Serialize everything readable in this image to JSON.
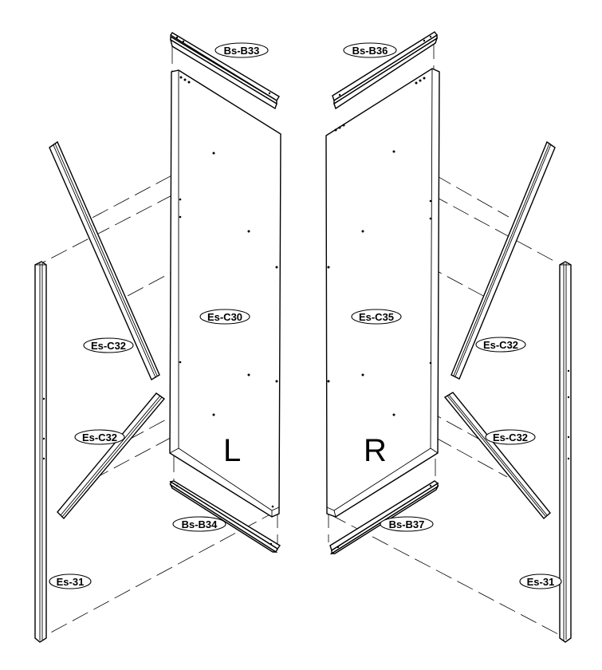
{
  "labels": {
    "bs_b33": "Bs-B33",
    "bs_b36": "Bs-B36",
    "es_c30": "Es-C30",
    "es_c35": "Es-C35",
    "es_c32_left_upper": "Es-C32",
    "es_c32_left_lower": "Es-C32",
    "es_c32_right_upper": "Es-C32",
    "es_c32_right_lower": "Es-C32",
    "bs_b34": "Bs-B34",
    "bs_b37": "Bs-B37",
    "es_31_left": "Es-31",
    "es_31_right": "Es-31",
    "side_left": "L",
    "side_right": "R"
  }
}
